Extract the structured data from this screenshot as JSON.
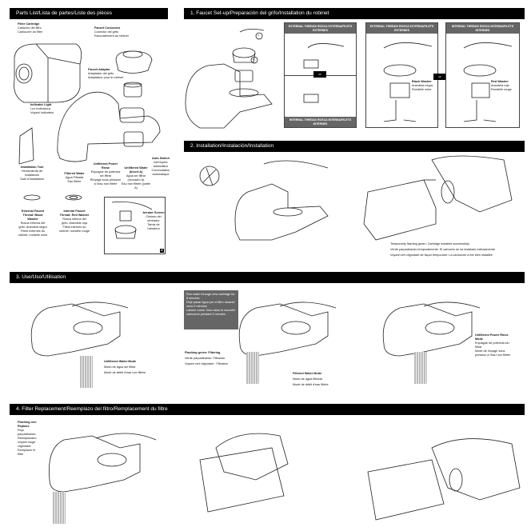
{
  "parts": {
    "title": "Parts List/Lista de partes/Liste des pièces",
    "filter_cartridge": [
      "Filter Cartridge",
      "Cartucho del filtro",
      "Cartouche du filtre"
    ],
    "faucet_connector": [
      "Faucet Connector",
      "Conector del grifo",
      "Raccordement au robinet"
    ],
    "faucet_adaptor": [
      "Faucet Adaptor",
      "Adaptador del grifo",
      "Adaptateur pour le robinet"
    ],
    "indicator_light": [
      "Indicator Light",
      "Luz Indicadora",
      "Voyant Indicateur"
    ],
    "installation_tool": [
      "Installation Tool",
      "Herramienta de Instalación",
      "Outil d'Installation"
    ],
    "filtered_water": [
      "Filtered Water",
      "Agua Filtrada",
      "Eau filtrée"
    ],
    "power_rinse": [
      "Unfiltered Power Rinse",
      "Enjuague de potencia sin filtrar",
      "Rinçage sous pression à l'eau non filtrée"
    ],
    "unfiltered_water": [
      "Unfiltered Water (Insert A)",
      "Agua sin filtrar (recuadro A)",
      "Eau non filtrée (partie A)"
    ],
    "auto_switch": [
      "Auto Switch",
      "Interruptor automático",
      "Commutateur automatique"
    ],
    "black_washer": [
      "External Faucet Thread: Black Washer",
      "Rosca externa del grifo: Arandela negra",
      "Filets externes du robinet: rondelle noire"
    ],
    "red_washer": [
      "Internal Faucet Thread: Red Washer",
      "Rosca interna del grifo: Arandela roja",
      "Filets internes du robinet: rondelle rouge"
    ],
    "aerator": [
      "Aerator Screen",
      "Cedazo del aereador",
      "Tamis de l'aérateur"
    ],
    "insert_label": "A"
  },
  "s1": {
    "title": "1. Faucet Set-up/Preparación del grifo/Installation du robinet",
    "external": "EXTERNAL THREAD/ ROSCA EXTERNA/FILETS EXTERNES",
    "internal": "INTERNAL THREAD/ ROSCA INTERNA/FILETS INTERNES",
    "or": "or",
    "black": [
      "Black Washer",
      "Arandela negra",
      "Rondelle noire"
    ],
    "red": [
      "Red Washer",
      "Arandela roja",
      "Rondelle rouge"
    ],
    "n1": "1",
    "n2": "2"
  },
  "s2": {
    "title": "2. Installation/Instalación/Installation",
    "notes": [
      "Temporarily flashing green: Cartridge installed successfully",
      "Verde parpadeando temporalmente: El cartucho se ha instalado exitosamente",
      "Voyant vert clignotant de façon temporaire: La cartouche a été bien installée"
    ]
  },
  "s3": {
    "title": "3. Use/Uso/Utilisation",
    "run": [
      "Run water through new cartridge for 5 minutes",
      "Deje pasar agua por el filtro durante unos 5 minutos",
      "Laisser couler l'eau dans la nouvelle cartouche pendant 5 minutes"
    ],
    "unfiltered": [
      "Unfiltered Water Mode",
      "Modo de agua sin filtrar",
      "Mode de débit d'eau non filtrée"
    ],
    "flashing": [
      "Flashing green: Filtering",
      "Verde parpadeando: Filtrando",
      "Voyant vert clignotant : Filtration"
    ],
    "filtered": [
      "Filtered Water Mode",
      "Modo de agua filtrada",
      "Mode de débit d'eau filtrée"
    ],
    "rinse": [
      "Unfiltered Power Rinse Mode",
      "Enjuague de potencia sin filtrar",
      "Mode de rinçage sous pression à l'eau non filtrée"
    ]
  },
  "s4": {
    "title": "4. Filter Replacement/Reemplazo del filtro/Remplacement du filtre",
    "red": [
      "Flashing red: Replace",
      "Rojo parpadeando: Reemplazarlo",
      "Voyant rouge clignotant: Remplacer le filtre"
    ]
  }
}
